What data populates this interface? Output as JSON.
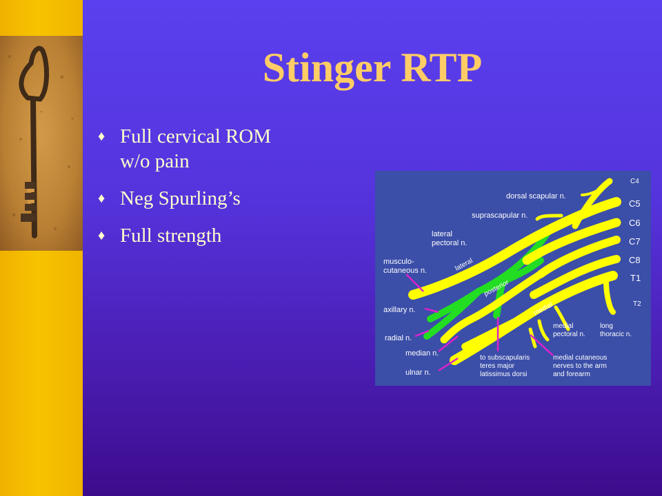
{
  "slide": {
    "title": "Stinger RTP",
    "bullets": [
      {
        "icon": "diamond-bullet-icon",
        "line1": "Full cervical ROM",
        "line2": "w/o pain"
      },
      {
        "icon": "diamond-bullet-icon",
        "line1": "Neg Spurling’s",
        "line2": ""
      },
      {
        "icon": "diamond-bullet-icon",
        "line1": "Full strength",
        "line2": ""
      }
    ],
    "colors": {
      "title": "#ffcc66",
      "bullet_text": "#ffffcc",
      "background": "#5533dc",
      "side_bar": "#f7c400"
    }
  },
  "diagram": {
    "roots": [
      "C4",
      "C5",
      "C6",
      "C7",
      "C8",
      "T1",
      "T2"
    ],
    "labels": {
      "dorsal_scapular": "dorsal scapular n.",
      "suprascapular": "suprascapular n.",
      "lateral_pectoral_1": "lateral",
      "lateral_pectoral_2": "pectoral n.",
      "musculo_1": "musculo-",
      "musculo_2": "cutaneous n.",
      "lateral_cord": "lateral",
      "posterior_cord": "posterior",
      "medial_cord": "medial",
      "axillary": "axillary n.",
      "radial": "radial n.",
      "median": "median n.",
      "ulnar": "ulnar n.",
      "subscap_1": "to subscapularis",
      "subscap_2": "teres major",
      "subscap_3": "latissimus dorsi",
      "medial_pectoral_1": "medial",
      "medial_pectoral_2": "pectoral n.",
      "long_thoracic_1": "long",
      "long_thoracic_2": "thoracic n.",
      "medial_cut_1": "medial cutaneous",
      "medial_cut_2": "nerves to the arm",
      "medial_cut_3": "and forearm"
    },
    "colors": {
      "background": "#3b4ea8",
      "nerve": "#ffff00",
      "posterior": "#22dd22",
      "pointer": "#dd22cc",
      "label": "#ffffff"
    }
  }
}
